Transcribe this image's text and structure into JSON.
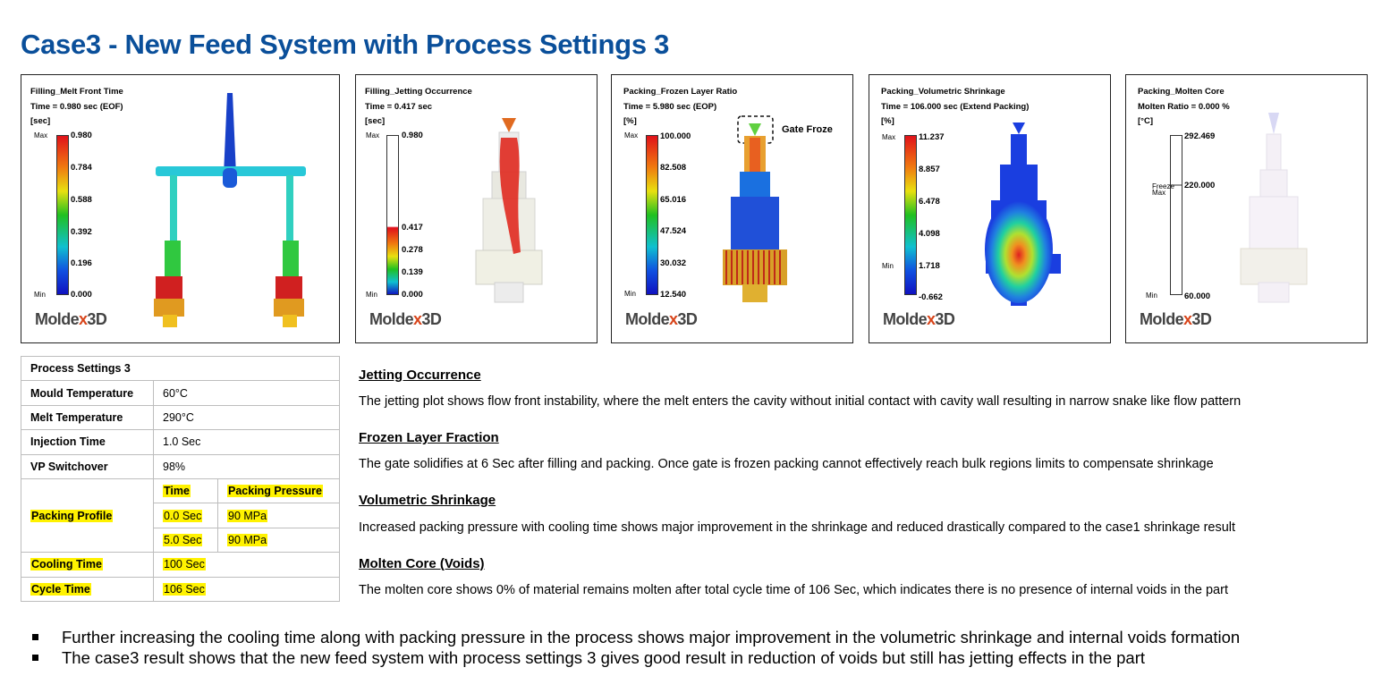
{
  "title": "Case3 - New Feed System with Process Settings 3",
  "logo": {
    "pre": "Molde",
    "accent": "x",
    "post": "3D"
  },
  "panels": [
    {
      "line1": "Filling_Melt Front Time",
      "line2": "Time = 0.980 sec (EOF)",
      "unit": "[sec]",
      "max_label": "Max",
      "min_label": "Min",
      "ticks": [
        "0.980",
        "0.784",
        "0.588",
        "0.392",
        "0.196",
        "0.000"
      ]
    },
    {
      "line1": "Filling_Jetting Occurrence",
      "line2": "Time = 0.417 sec",
      "unit": "[sec]",
      "max_label": "Max",
      "min_label": "Min",
      "ticks": [
        "0.980",
        "0.417",
        "0.278",
        "0.139",
        "0.000"
      ]
    },
    {
      "line1": "Packing_Frozen Layer Ratio",
      "line2": "Time = 5.980 sec (EOP)",
      "unit": "[%]",
      "max_label": "Max",
      "min_label": "Min",
      "ticks": [
        "100.000",
        "82.508",
        "65.016",
        "47.524",
        "30.032",
        "12.540"
      ],
      "annotation": "Gate Froze"
    },
    {
      "line1": "Packing_Volumetric Shrinkage",
      "line2": "Time = 106.000 sec (Extend Packing)",
      "unit": "[%]",
      "max_label": "Max",
      "min_label": "Min",
      "ticks": [
        "11.237",
        "8.857",
        "6.478",
        "4.098",
        "1.718",
        "-0.662"
      ]
    },
    {
      "line1": "Packing_Molten Core",
      "line2": "Molten Ratio = 0.000 %",
      "unit": "[°C]",
      "max_label": "Max",
      "min_label": "Min",
      "freeze_label": "Freeze",
      "ticks": [
        "292.469",
        "220.000",
        "60.000"
      ]
    }
  ],
  "process_table": {
    "header": "Process Settings 3",
    "rows": [
      {
        "label": "Mould Temperature",
        "value": "60°C"
      },
      {
        "label": "Melt Temperature",
        "value": "290°C"
      },
      {
        "label": "Injection Time",
        "value": "1.0 Sec"
      },
      {
        "label": "VP Switchover",
        "value": "98%"
      }
    ],
    "packing": {
      "label": "Packing Profile",
      "col1": "Time",
      "col2": "Packing Pressure",
      "rows": [
        {
          "time": "0.0 Sec",
          "pressure": "90 MPa"
        },
        {
          "time": "5.0 Sec",
          "pressure": "90 MPa"
        }
      ]
    },
    "cooling": {
      "label": "Cooling Time",
      "value": "100 Sec"
    },
    "cycle": {
      "label": "Cycle Time",
      "value": "106 Sec"
    }
  },
  "sections": [
    {
      "heading": "Jetting Occurrence",
      "text": "The jetting plot shows flow front instability, where the melt enters the cavity without initial contact with cavity wall resulting in narrow snake like flow pattern"
    },
    {
      "heading": "Frozen Layer Fraction",
      "text": "The gate solidifies at 6 Sec after filling and packing. Once gate is frozen packing cannot effectively reach bulk regions limits to compensate shrinkage"
    },
    {
      "heading": "Volumetric Shrinkage",
      "text": "Increased packing pressure with cooling time shows major improvement in the shrinkage and reduced drastically compared to the case1 shrinkage result"
    },
    {
      "heading": "Molten Core (Voids)",
      "text": "The molten core shows 0% of material remains molten after total cycle time of 106 Sec, which indicates there is no presence of internal voids in the part"
    }
  ],
  "bullets": [
    "Further increasing the cooling time along with packing pressure in the process shows major improvement in the volumetric shrinkage and internal voids formation",
    "The case3 result shows that the new feed system with process settings 3 gives good result in reduction of voids but still has jetting effects in the part"
  ],
  "colors": {
    "title": "#0a4f9a",
    "highlight": "#fff200",
    "logo_accent": "#d8451b"
  }
}
